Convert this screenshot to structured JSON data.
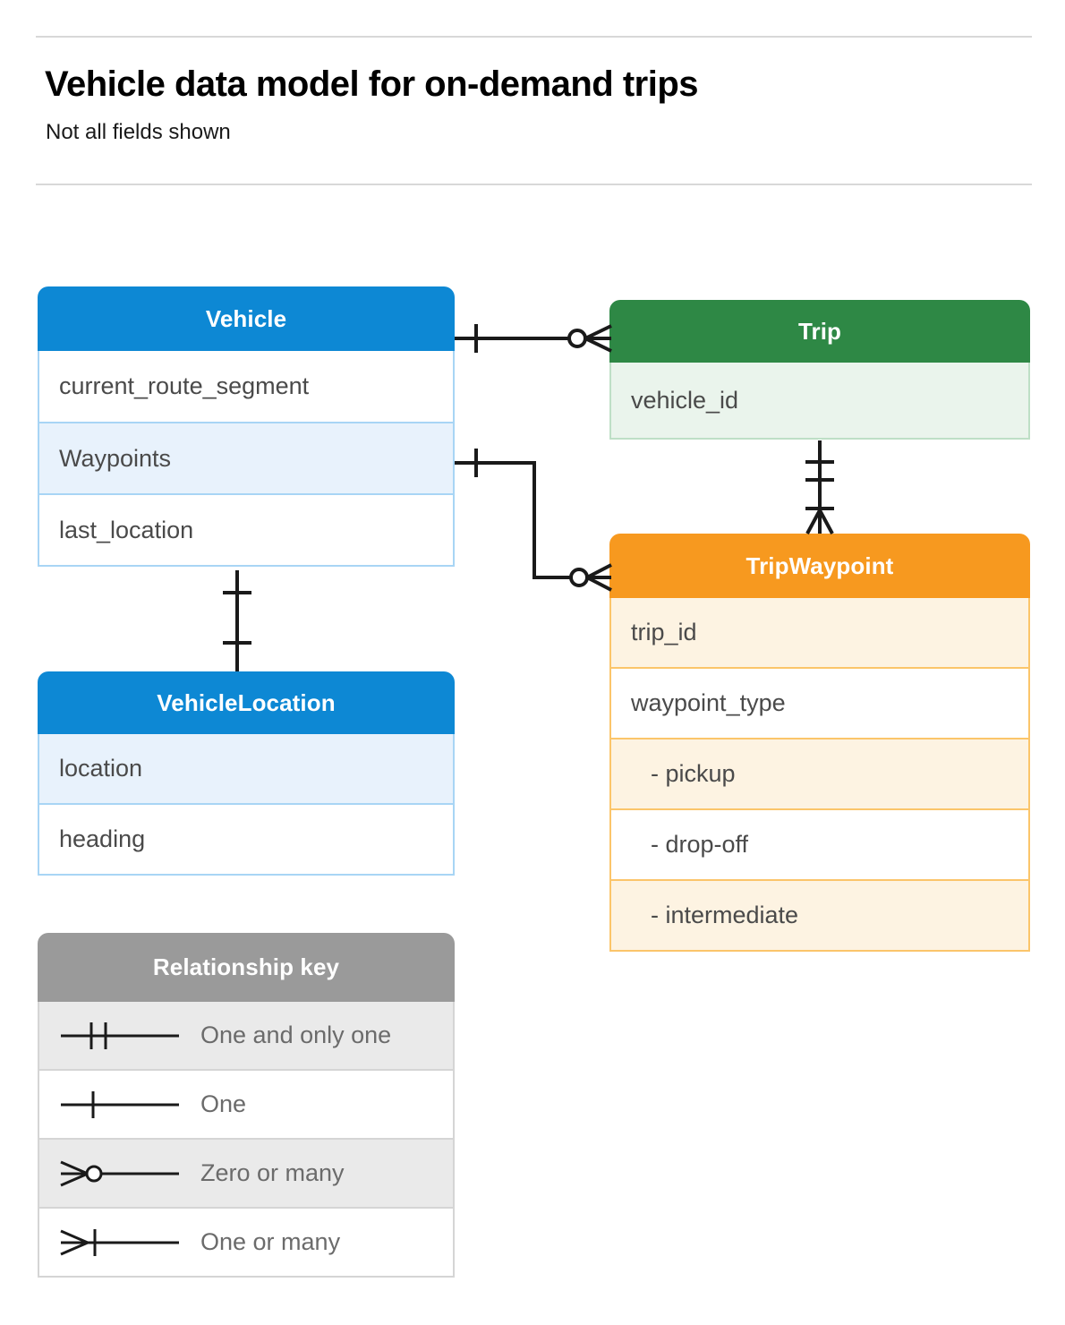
{
  "header": {
    "title": "Vehicle data model for on-demand trips",
    "subtitle": "Not all fields shown"
  },
  "colors": {
    "vehicle": "#0d88d4",
    "trip": "#2e8845",
    "tripwaypoint": "#f7991f",
    "legend": "#9a9a9a",
    "connector": "#1a1a1a",
    "rule": "#d8d8d8"
  },
  "entities": [
    {
      "name": "Vehicle",
      "title": "Vehicle",
      "theme": "blue",
      "fields": [
        {
          "label": "current_route_segment",
          "shade": "plain"
        },
        {
          "label": "Waypoints",
          "shade": "shade"
        },
        {
          "label": "last_location",
          "shade": "plain"
        }
      ]
    },
    {
      "name": "Trip",
      "title": "Trip",
      "theme": "green",
      "fields": [
        {
          "label": "vehicle_id",
          "shade": "shade"
        }
      ]
    },
    {
      "name": "VehicleLocation",
      "title": "VehicleLocation",
      "theme": "blue",
      "fields": [
        {
          "label": "location",
          "shade": "shade"
        },
        {
          "label": "heading",
          "shade": "plain"
        }
      ]
    },
    {
      "name": "TripWaypoint",
      "title": "TripWaypoint",
      "theme": "orange",
      "fields": [
        {
          "label": "trip_id",
          "shade": "shade"
        },
        {
          "label": "waypoint_type",
          "shade": "plain"
        },
        {
          "label": "- pickup",
          "shade": "shade"
        },
        {
          "label": "- drop-off",
          "shade": "plain"
        },
        {
          "label": "- intermediate",
          "shade": "shade"
        }
      ]
    }
  ],
  "legend": {
    "title": "Relationship key",
    "rows": [
      {
        "label": "One and only one",
        "symbol": "one-and-only-one",
        "shade": "shade"
      },
      {
        "label": "One",
        "symbol": "one",
        "shade": "plain"
      },
      {
        "label": "Zero or many",
        "symbol": "zero-or-many",
        "shade": "shade"
      },
      {
        "label": "One or many",
        "symbol": "one-or-many",
        "shade": "plain"
      }
    ]
  },
  "relationships": [
    {
      "name": "vehicle-to-trip",
      "from": "Vehicle",
      "to": "Trip",
      "from_cardinality": "one",
      "to_cardinality": "zero-or-many"
    },
    {
      "name": "vehicle-waypoints-to-tripwaypoint",
      "from": "Vehicle.Waypoints",
      "to": "TripWaypoint",
      "from_cardinality": "one",
      "to_cardinality": "zero-or-many"
    },
    {
      "name": "vehicle-to-vehiclelocation",
      "from": "Vehicle",
      "to": "VehicleLocation",
      "from_cardinality": "one",
      "to_cardinality": "one"
    },
    {
      "name": "trip-to-tripwaypoint",
      "from": "Trip",
      "to": "TripWaypoint",
      "from_cardinality": "one-and-only-one",
      "to_cardinality": "one-or-many"
    }
  ]
}
